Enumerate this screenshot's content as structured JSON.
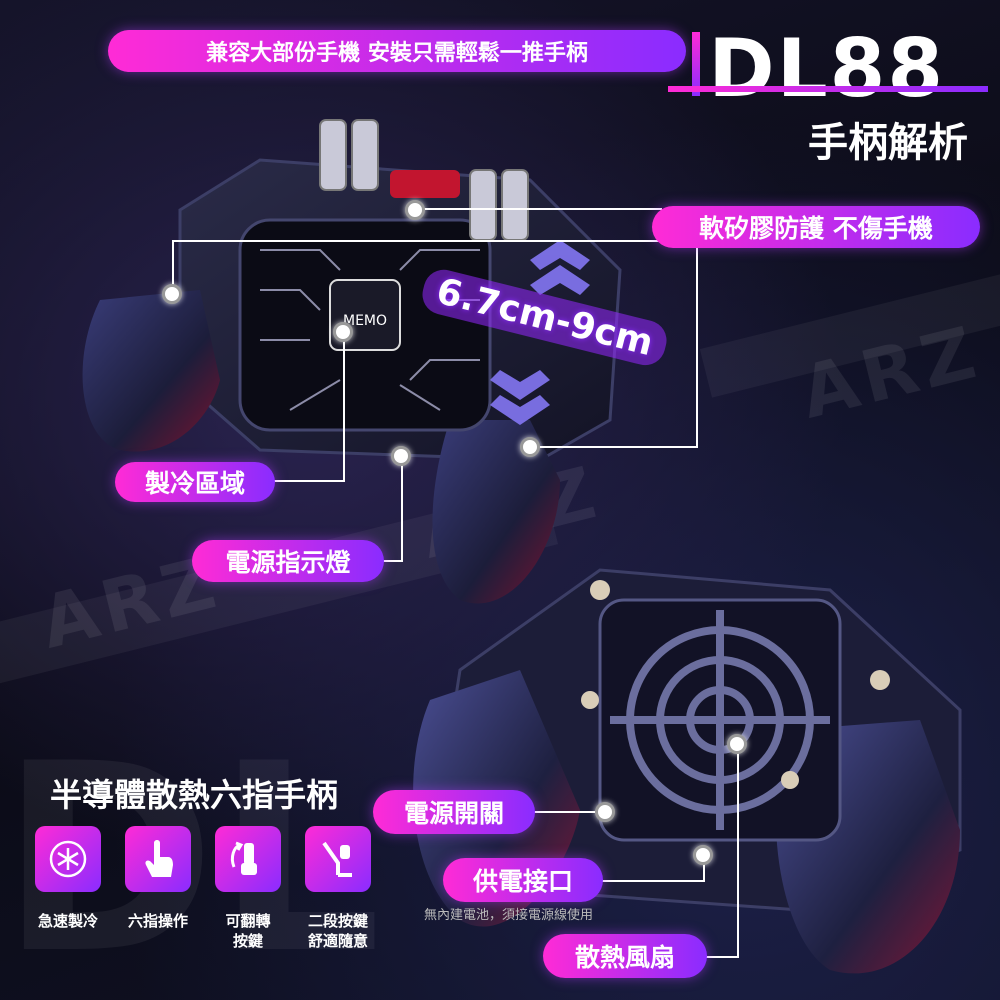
{
  "header": {
    "tagline": "兼容大部份手機 安裝只需輕鬆一推手柄",
    "model": "DL88",
    "subtitle": "手柄解析"
  },
  "callouts": {
    "silicone": "軟矽膠防護 不傷手機",
    "size": "6.7cm-9cm",
    "cooling_zone": "製冷區域",
    "power_light": "電源指示燈",
    "power_switch": "電源開關",
    "power_port": "供電接口",
    "battery_note": "無內建電池，須接電源線使用",
    "fan": "散熱風扇"
  },
  "product": {
    "name": "半導體散熱六指手柄",
    "logo_text": "MEMO"
  },
  "features": [
    {
      "icon": "snowflake-icon",
      "label": "急速製冷"
    },
    {
      "icon": "touch-finger-icon",
      "label": "六指操作"
    },
    {
      "icon": "flip-trigger-icon",
      "label": "可翻轉\n按鍵"
    },
    {
      "icon": "two-stage-trigger-icon",
      "label": "二段按鍵\n舒適隨意"
    }
  ],
  "watermark": "ARZ",
  "colors": {
    "pink": "#ff2bd6",
    "purple": "#8a2cff"
  }
}
